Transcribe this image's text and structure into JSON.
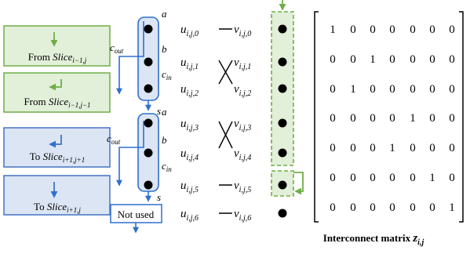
{
  "boxes": {
    "from_prev": {
      "prefix": "From ",
      "base": "Slice",
      "sub": "i−1,j",
      "arrow": "down"
    },
    "from_diag": {
      "prefix": "From ",
      "base": "Slice",
      "sub": "i−1,j−1",
      "arrow": "down-left"
    },
    "to_diag": {
      "prefix": "To ",
      "base": "Slice",
      "sub": "i+1,j+1",
      "arrow": "down-left"
    },
    "to_next": {
      "prefix": "To ",
      "base": "Slice",
      "sub": "i+1,j",
      "arrow": "down"
    }
  },
  "colors": {
    "green_fill": "#e2efd9",
    "green_stroke": "#70ad47",
    "blue_fill": "#dbe5f4",
    "blue_stroke": "#4472c4",
    "arrow_blue": "#2f6fce",
    "dashed_green": "#70ad47"
  },
  "slice_labels": {
    "a": "a",
    "b": "b",
    "c_out_base": "c",
    "c_out_sub": "out",
    "c_in_base": "c",
    "c_in_sub": "in",
    "s": "s"
  },
  "not_used": "Not used",
  "u_base": "u",
  "v_base": "v",
  "u_subs": [
    "i,j,0",
    "i,j,1",
    "i,j,2",
    "i,j,3",
    "i,j,4",
    "i,j,5",
    "i,j,6"
  ],
  "v_subs": [
    "i,j,0",
    "i,j,1",
    "i,j,2",
    "i,j,3",
    "i,j,4",
    "i,j,5",
    "i,j,6"
  ],
  "connections": [
    "straight",
    "cross",
    "cross",
    "cross",
    "cross",
    "straight",
    "straight"
  ],
  "matrix": [
    [
      1,
      0,
      0,
      0,
      0,
      0,
      0
    ],
    [
      0,
      0,
      1,
      0,
      0,
      0,
      0
    ],
    [
      0,
      1,
      0,
      0,
      0,
      0,
      0
    ],
    [
      0,
      0,
      0,
      0,
      1,
      0,
      0
    ],
    [
      0,
      0,
      0,
      1,
      0,
      0,
      0
    ],
    [
      0,
      0,
      0,
      0,
      0,
      1,
      0
    ],
    [
      0,
      0,
      0,
      0,
      0,
      0,
      1
    ]
  ],
  "matrix_caption": {
    "text": "Interconnect matrix ",
    "var": "z",
    "sub": "i,j"
  }
}
